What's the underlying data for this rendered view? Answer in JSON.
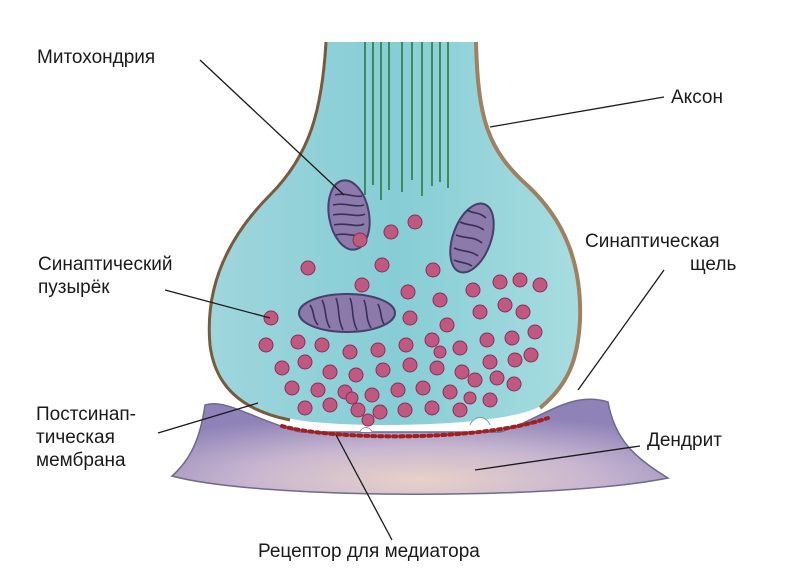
{
  "labels": {
    "mitochondria": "Митохондрия",
    "axon": "Аксон",
    "vesicle_line1": "Синаптический",
    "vesicle_line2": "пузырёк",
    "cleft_line1": "Синаптическая",
    "cleft_line2": "щель",
    "postsyn_line1": "Постсинап-",
    "postsyn_line2": "тическая",
    "postsyn_line3": "мембрана",
    "dendrite": "Дендрит",
    "receptor": "Рецептор для медиатора"
  },
  "colors": {
    "axon_fill": "#8fd0d6",
    "axon_edge": "#8a6a4a",
    "dendrite_fill": "#a9a0c8",
    "vesicle": "#c0587f",
    "mitochondria": "#8a78a8",
    "receptor": "#a02020"
  }
}
